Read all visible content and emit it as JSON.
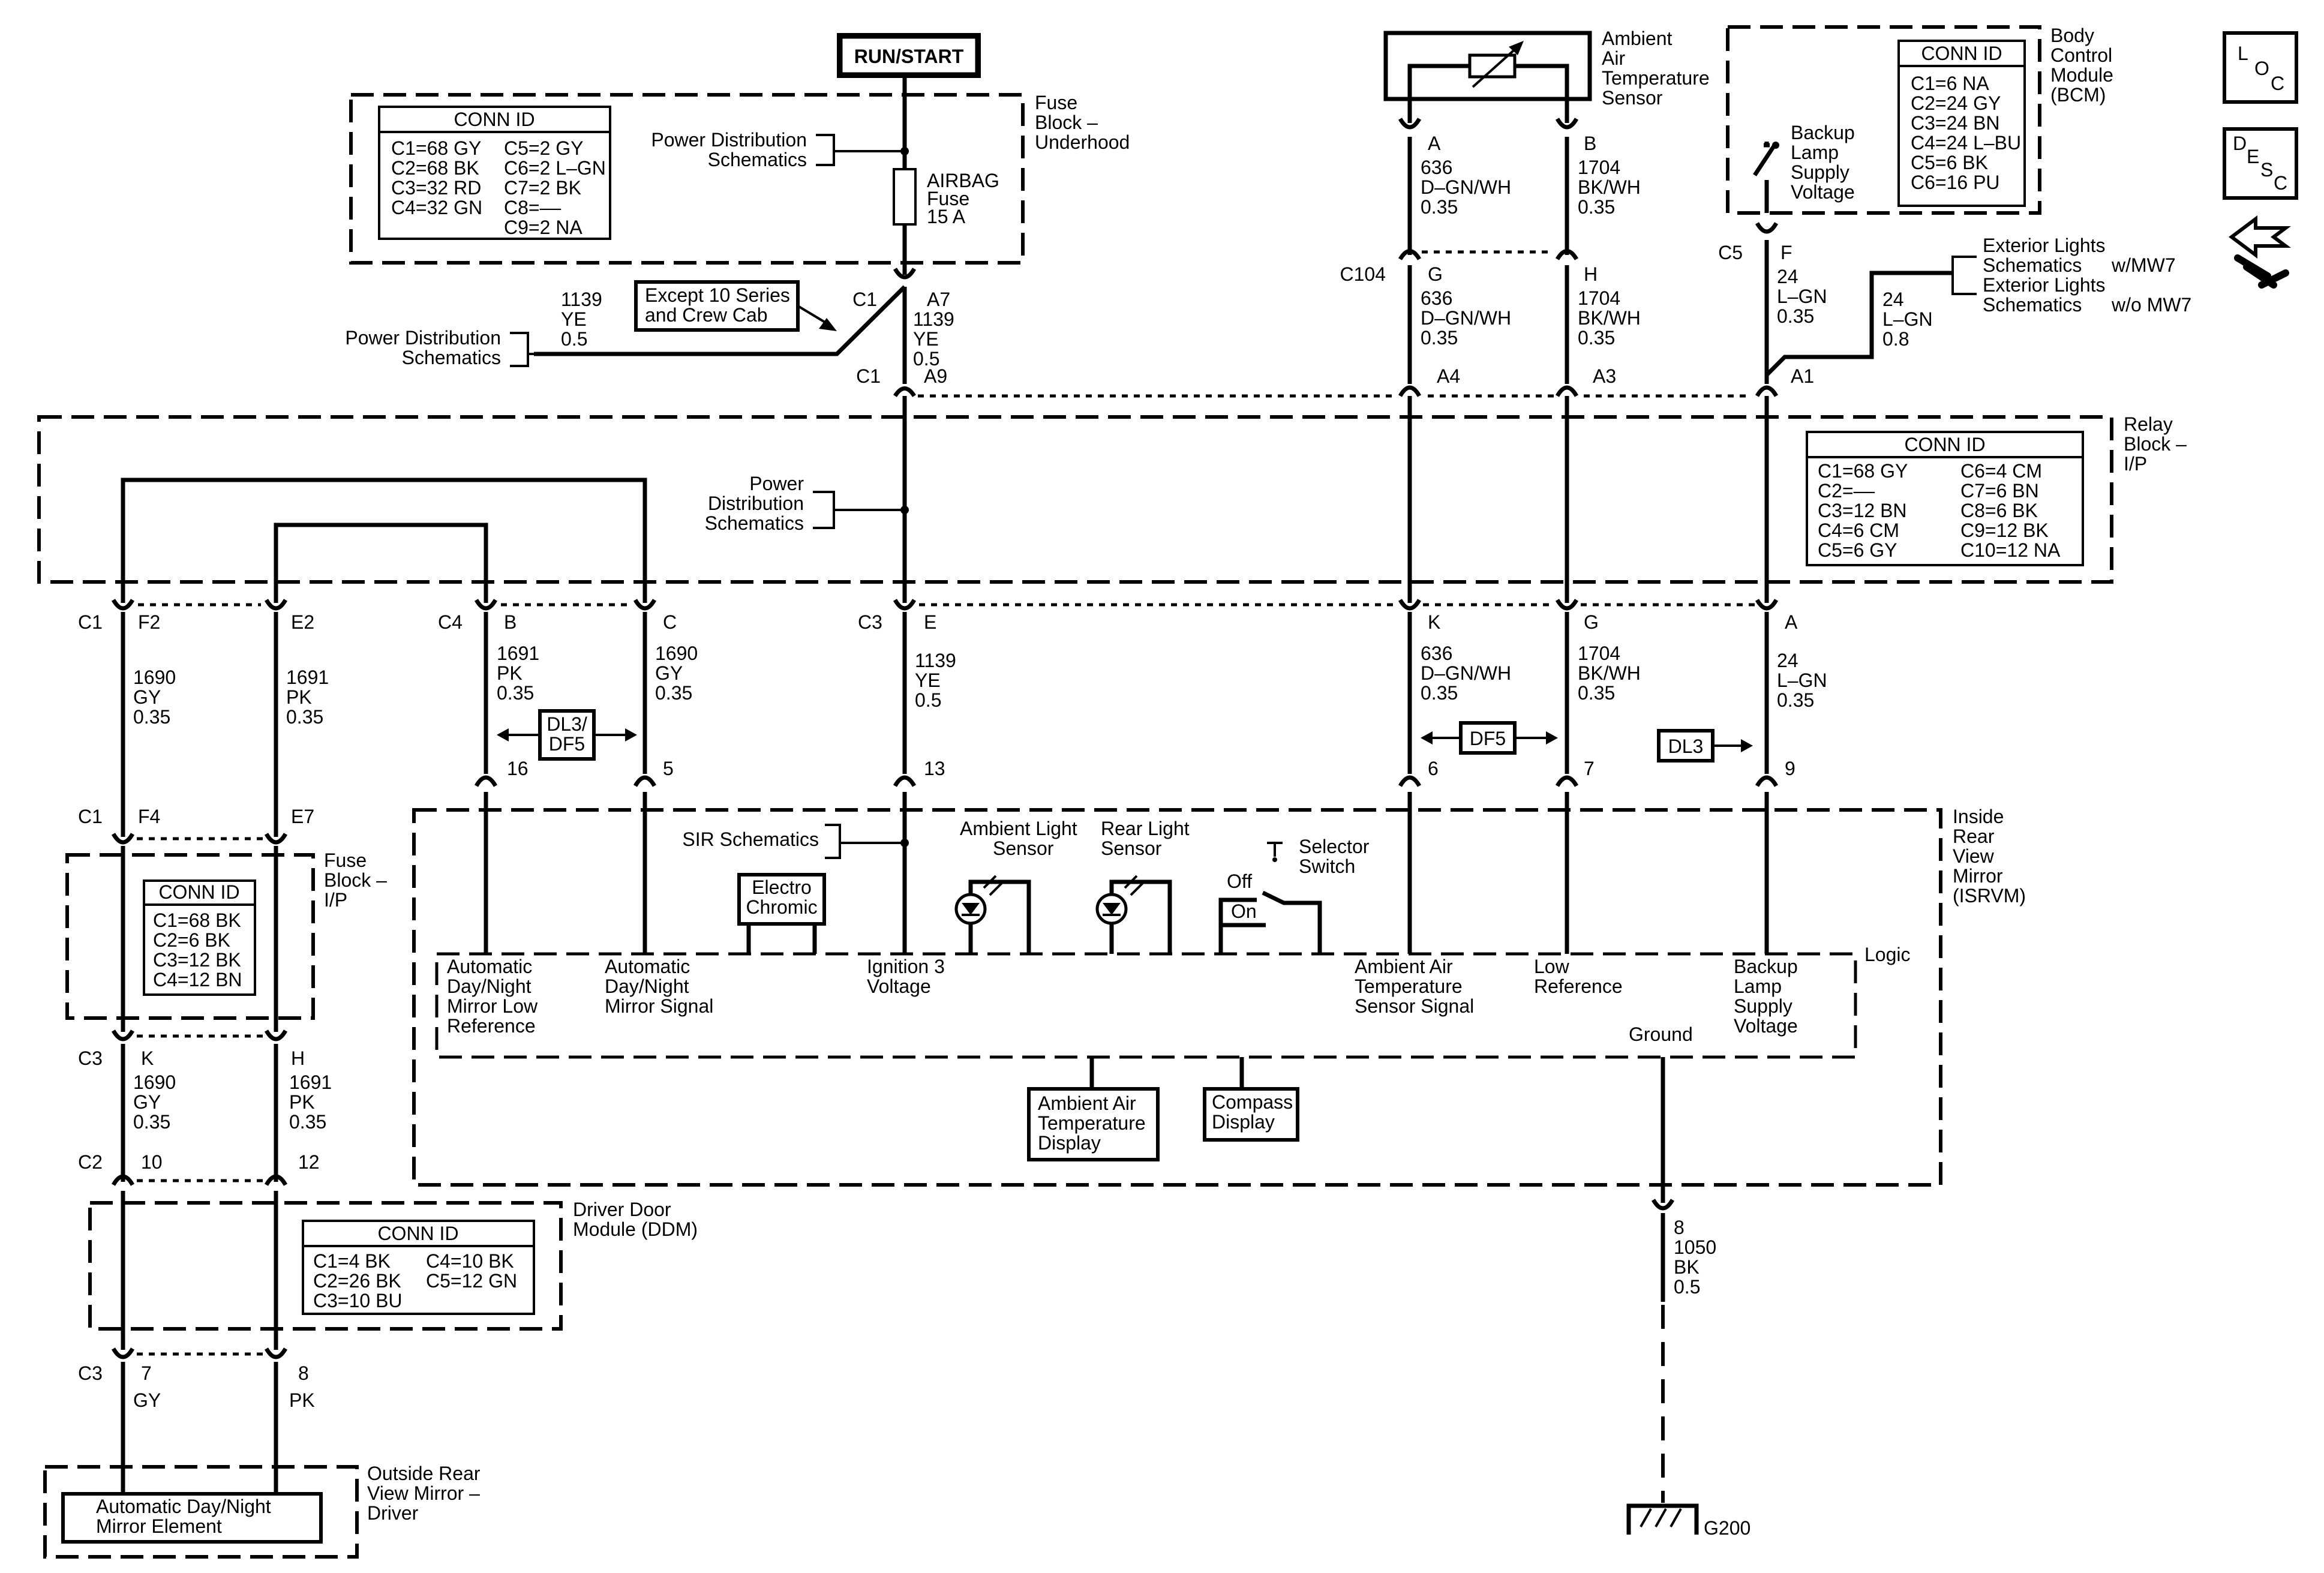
{
  "power": {
    "run_start": "RUN/START"
  },
  "fuse_block_underhood": {
    "name_lines": [
      "Fuse",
      "Block –",
      "Underhood"
    ],
    "conn_title": "CONN ID",
    "conn_col1": [
      "C1=68 GY",
      "C2=68 BK",
      "C3=32 RD",
      "C4=32 GN"
    ],
    "conn_col2": [
      "C5=2 GY",
      "C6=2 L–GN",
      "C7=2 BK",
      "C8=––",
      "C9=2 NA"
    ],
    "power_dist": [
      "Power Distribution",
      "Schematics"
    ],
    "fuse_lines": [
      "AIRBAG",
      "Fuse",
      "15 A"
    ]
  },
  "except_note": [
    "Except 10 Series",
    "and Crew Cab"
  ],
  "left_power_dist": [
    "Power Distribution",
    "Schematics"
  ],
  "left_wire": [
    "1139",
    "YE",
    "0.5"
  ],
  "c1_a7": {
    "conn": "C1",
    "pin": "A7",
    "wire": [
      "1139",
      "YE",
      "0.5"
    ]
  },
  "c1_a9": {
    "conn": "C1",
    "pin": "A9"
  },
  "ambient_sensor": {
    "name_lines": [
      "Ambient",
      "Air",
      "Temperature",
      "Sensor"
    ],
    "pin_a": "A",
    "pin_b": "B",
    "wire_a": [
      "636",
      "D–GN/WH",
      "0.35"
    ],
    "wire_b": [
      "1704",
      "BK/WH",
      "0.35"
    ]
  },
  "c104": {
    "conn": "C104",
    "pin_g": "G",
    "pin_h": "H",
    "wire_g": [
      "636",
      "D–GN/WH",
      "0.35"
    ],
    "wire_h": [
      "1704",
      "BK/WH",
      "0.35"
    ]
  },
  "bcm": {
    "name_lines": [
      "Body",
      "Control",
      "Module",
      "(BCM)"
    ],
    "conn_title": "CONN ID",
    "conn_list": [
      "C1=6 NA",
      "C2=24 GY",
      "C3=24 BN",
      "C4=24 L–BU",
      "C5=6 BK",
      "C6=16 PU"
    ],
    "supply_lines": [
      "Backup",
      "Lamp",
      "Supply",
      "Voltage"
    ],
    "conn": "C5",
    "pin": "F",
    "wire": [
      "24",
      "L–GN",
      "0.35"
    ]
  },
  "exterior": {
    "line1a": "Exterior Lights",
    "line1b": "Schematics",
    "line1c": "w/MW7",
    "line2a": "Exterior Lights",
    "line2b": "Schematics",
    "line2c": "w/o MW7",
    "wire": [
      "24",
      "L–GN",
      "0.8"
    ]
  },
  "relay_pins_top": {
    "a4": "A4",
    "a3": "A3",
    "a1": "A1"
  },
  "relay_block": {
    "name_lines": [
      "Relay",
      "Block –",
      "I/P"
    ],
    "conn_title": "CONN ID",
    "conn_col1": [
      "C1=68 GY",
      "C2=––",
      "C3=12 BN",
      "C4=6 CM",
      "C5=6 GY"
    ],
    "conn_col2": [
      "C6=4 CM",
      "C7=6 BN",
      "C8=6 BK",
      "C9=12 BK",
      "C10=12 NA"
    ],
    "power_dist": [
      "Power",
      "Distribution",
      "Schematics"
    ]
  },
  "relay_bottom": {
    "c1": "C1",
    "f2": "F2",
    "e2": "E2",
    "c4": "C4",
    "b": "B",
    "c": "C",
    "c3": "C3",
    "e": "E",
    "k": "K",
    "g": "G",
    "a": "A"
  },
  "wires_mid": {
    "w1690": [
      "1690",
      "GY",
      "0.35"
    ],
    "w1691": [
      "1691",
      "PK",
      "0.35"
    ],
    "w1691b": [
      "1691",
      "PK",
      "0.35"
    ],
    "w1690b": [
      "1690",
      "GY",
      "0.35"
    ],
    "w1139": [
      "1139",
      "YE",
      "0.5"
    ],
    "w636": [
      "636",
      "D–GN/WH",
      "0.35"
    ],
    "w1704": [
      "1704",
      "BK/WH",
      "0.35"
    ],
    "w24": [
      "24",
      "L–GN",
      "0.35"
    ]
  },
  "tags": {
    "dl3df5": [
      "DL3/",
      "DF5"
    ],
    "df5": "DF5",
    "dl3": "DL3"
  },
  "isrvm_pins": {
    "p16": "16",
    "p5": "5",
    "p13": "13",
    "p6": "6",
    "p7": "7",
    "p9": "9"
  },
  "isrvm": {
    "name_lines": [
      "Inside",
      "Rear",
      "View",
      "Mirror",
      "(ISRVM)"
    ],
    "sir": "SIR Schematics",
    "electro": [
      "Electro",
      "Chromic"
    ],
    "ambient_light": [
      "Ambient Light",
      "Sensor"
    ],
    "rear_light": [
      "Rear Light",
      "Sensor"
    ],
    "selector": [
      "Selector",
      "Switch"
    ],
    "off": "Off",
    "on": "On",
    "logic": "Logic",
    "ground": "Ground",
    "inputs": {
      "adn_low": [
        "Automatic",
        "Day/Night",
        "Mirror Low",
        "Reference"
      ],
      "adn_sig": [
        "Automatic",
        "Day/Night",
        "Mirror Signal"
      ],
      "ign": [
        "Ignition 3",
        "Voltage"
      ],
      "amb_sig": [
        "Ambient Air",
        "Temperature",
        "Sensor Signal"
      ],
      "low_ref": [
        "Low",
        "Reference"
      ],
      "backup": [
        "Backup",
        "Lamp",
        "Supply",
        "Voltage"
      ]
    },
    "ambient_display": [
      "Ambient Air",
      "Temperature",
      "Display"
    ],
    "compass_display": [
      "Compass",
      "Display"
    ]
  },
  "fuse_block_ip": {
    "name_lines": [
      "Fuse",
      "Block –",
      "I/P"
    ],
    "conn_title": "CONN ID",
    "conn_list": [
      "C1=68 BK",
      "C2=6 BK",
      "C3=12 BK",
      "C4=12 BN"
    ],
    "c1": "C1",
    "f4": "F4",
    "e7": "E7",
    "c3": "C3",
    "k": "K",
    "h": "H",
    "w1690": [
      "1690",
      "GY",
      "0.35"
    ],
    "w1691": [
      "1691",
      "PK",
      "0.35"
    ]
  },
  "ddm": {
    "name_lines": [
      "Driver Door",
      "Module (DDM)"
    ],
    "conn_title": "CONN ID",
    "conn_col1": [
      "C1=4 BK",
      "C2=26 BK",
      "C3=10 BU"
    ],
    "conn_col2": [
      "C4=10 BK",
      "C5=12 GN"
    ],
    "c2": "C2",
    "p10": "10",
    "p12": "12",
    "c3": "C3",
    "p7": "7",
    "p8": "8",
    "gy": "GY",
    "pk": "PK"
  },
  "orvm": {
    "name_lines": [
      "Outside Rear",
      "View Mirror –",
      "Driver"
    ],
    "element": [
      "Automatic Day/Night",
      "Mirror Element"
    ]
  },
  "ground_wire": {
    "pin": "8",
    "wire": [
      "1050",
      "BK",
      "0.5"
    ],
    "ground": "G200"
  },
  "side_icons": {
    "loc_l": "L",
    "loc_o": "O",
    "loc_c": "C",
    "desc_d": "D",
    "desc_e": "E",
    "desc_s": "S",
    "desc_c": "C"
  }
}
